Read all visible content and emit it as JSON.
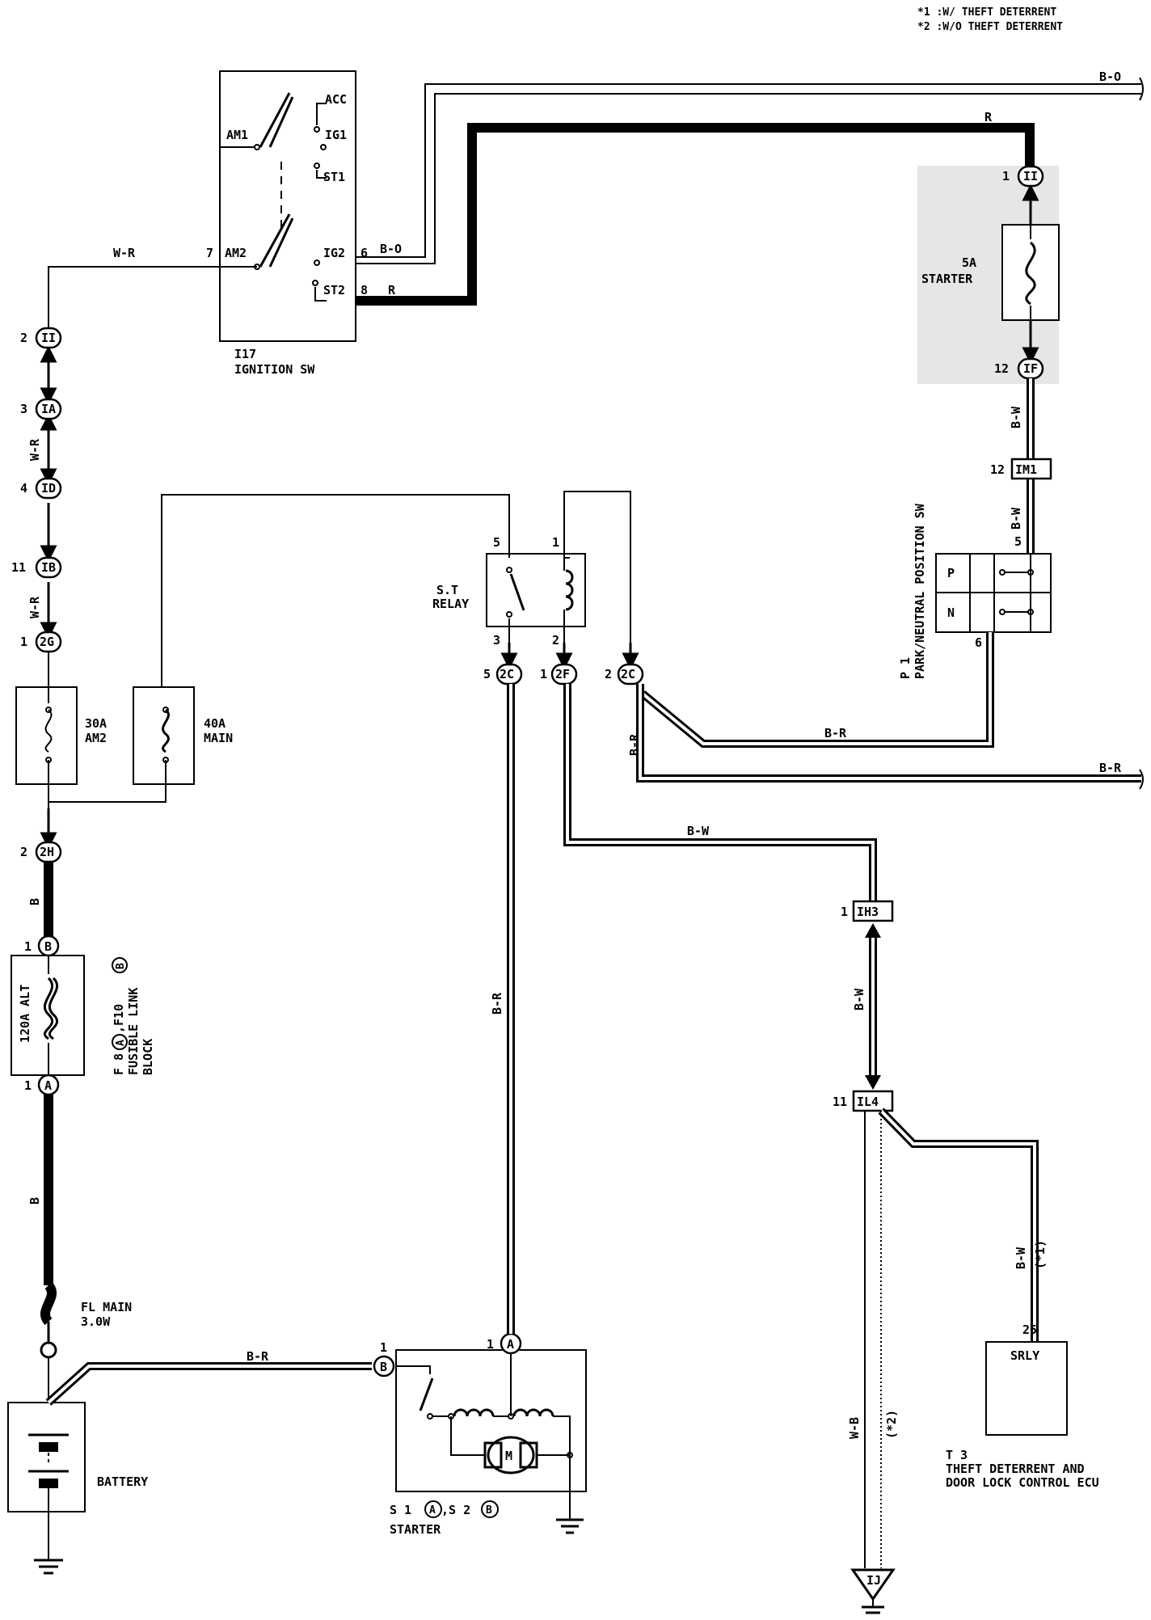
{
  "notes": {
    "n1": "*1 :W/ THEFT DETERRENT",
    "n2": "*2 :W/O THEFT DETERRENT"
  },
  "ignition_sw": {
    "id": "I17",
    "name": "IGNITION SW",
    "terminals": {
      "acc": "ACC",
      "am1": "AM1",
      "ig1": "IG1",
      "st1": "ST1",
      "am2": "AM2",
      "ig2": "IG2",
      "st2": "ST2"
    },
    "pins": {
      "am2": "7",
      "ig2": "6",
      "st2": "8"
    }
  },
  "wires": {
    "wr": "W-R",
    "bo": "B-O",
    "r": "R",
    "bw": "B-W",
    "br": "B-R",
    "b": "B",
    "wb": "W-B"
  },
  "connectors": {
    "c1": {
      "pin": "2",
      "label": "II"
    },
    "c2": {
      "pin": "3",
      "label": "IA"
    },
    "c3": {
      "pin": "4",
      "label": "ID"
    },
    "c4": {
      "pin": "11",
      "label": "IB"
    },
    "c5": {
      "pin": "1",
      "label": "2G"
    },
    "c6": {
      "pin": "2",
      "label": "2H"
    },
    "c7": {
      "pin": "1",
      "label": "B"
    },
    "c8": {
      "pin": "1",
      "label": "A"
    },
    "c9": {
      "pin": "1",
      "label": "II"
    },
    "c10": {
      "pin": "12",
      "label": "IF"
    },
    "c11": {
      "pin": "12",
      "label": "IM1"
    },
    "c12": {
      "pin": "5",
      "label": "2C"
    },
    "c13": {
      "pin": "1",
      "label": "2F"
    },
    "c14": {
      "pin": "2",
      "label": "2C"
    },
    "c15": {
      "pin": "1",
      "label": "IH3"
    },
    "c16": {
      "pin": "11",
      "label": "IL4"
    },
    "c17": {
      "pin": "1",
      "label": "A"
    },
    "c18": {
      "pin": "1",
      "label": "B"
    }
  },
  "fuses": {
    "am2": {
      "rating": "30A",
      "name": "AM2"
    },
    "main": {
      "rating": "40A",
      "name": "MAIN"
    },
    "starter": {
      "rating": "5A",
      "name": "STARTER"
    },
    "alt": "120A ALT",
    "fl_main": {
      "name": "FL MAIN",
      "rating": "3.0W"
    }
  },
  "fusible_link": {
    "id": "F 8",
    "c1": "A",
    "sep": ",F10",
    "c2": "B",
    "l1": "FUSIBLE LINK",
    "l2": "BLOCK"
  },
  "relay": {
    "l1": "S.T",
    "l2": "RELAY",
    "pin5": "5",
    "pin1": "1",
    "pin3": "3",
    "pin2": "2"
  },
  "pn_sw": {
    "id": "P 1",
    "name": "PARK/NEUTRAL POSITION SW",
    "p": "P",
    "n": "N",
    "pin5": "5",
    "pin6": "6"
  },
  "starter": {
    "id": "S 1",
    "c1": "A",
    "sep": ",S 2",
    "c2": "B",
    "name": "STARTER",
    "motor": "M"
  },
  "battery": {
    "name": "BATTERY"
  },
  "ecu": {
    "id": "T 3",
    "l1": "THEFT DETERRENT AND",
    "l2": "DOOR LOCK CONTROL ECU",
    "terminal": "SRLY",
    "pin": "25",
    "note1": "(*1)",
    "note2": "(*2)"
  },
  "ground": {
    "ij": "IJ"
  }
}
